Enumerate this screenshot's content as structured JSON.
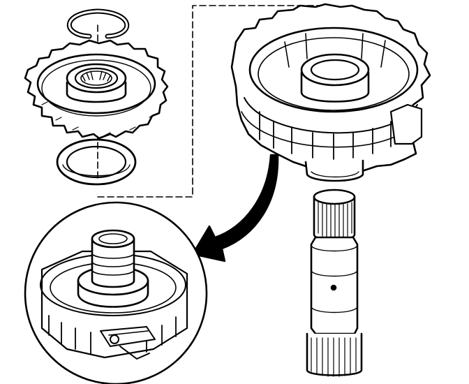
{
  "colors": {
    "ink": "#000000",
    "paper": "#ffffff"
  },
  "parts": [
    {
      "id": "snap-ring",
      "icon": "snap-ring-icon"
    },
    {
      "id": "clutch-plate-hub",
      "icon": "toothed-hub-icon"
    },
    {
      "id": "thrust-washer",
      "icon": "washer-icon"
    },
    {
      "id": "clutch-housing",
      "icon": "drum-housing-icon"
    },
    {
      "id": "output-shaft",
      "icon": "splined-shaft-icon"
    },
    {
      "id": "detail-view",
      "icon": "magnified-detail-icon"
    },
    {
      "id": "direction-arrow",
      "icon": "curved-arrow-icon"
    }
  ]
}
